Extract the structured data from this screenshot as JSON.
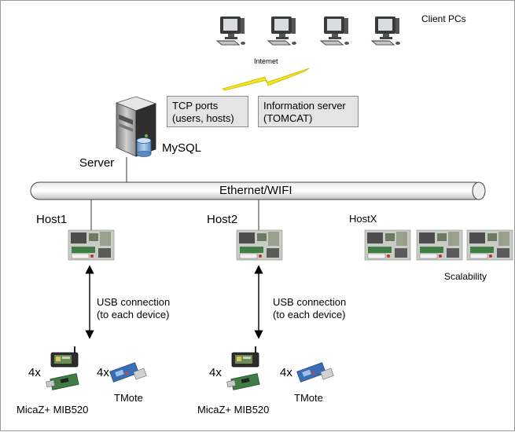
{
  "clients": {
    "label": "Client PCs",
    "count": 4
  },
  "internet": {
    "label": "Internet"
  },
  "tcp_box": {
    "line1": "TCP ports",
    "line2": "(users, hosts)"
  },
  "info_box": {
    "line1": "Information server",
    "line2": "(TOMCAT)"
  },
  "server": {
    "label": "Server",
    "db_label": "MySQL"
  },
  "bus": {
    "label": "Ethernet/WIFI"
  },
  "hosts": [
    {
      "label": "Host1",
      "usb_line1": "USB connection",
      "usb_line2": "(to each device)",
      "micaz_count": "4x",
      "micaz_label": "MicaZ+ MIB520",
      "tmote_count": "4x",
      "tmote_label": "TMote"
    },
    {
      "label": "Host2",
      "usb_line1": "USB connection",
      "usb_line2": "(to each device)",
      "micaz_count": "4x",
      "micaz_label": "MicaZ+ MIB520",
      "tmote_count": "4x",
      "tmote_label": "TMote"
    }
  ],
  "hostx": {
    "label": "HostX",
    "scalability": "Scalability",
    "board_count": 3
  },
  "colors": {
    "lightning": "#f2e51c",
    "pc_dark": "#3a3a3a",
    "board_green": "#3f7d45",
    "tmote_blue": "#3b6fb5",
    "box_fill": "#e4e4e4"
  }
}
